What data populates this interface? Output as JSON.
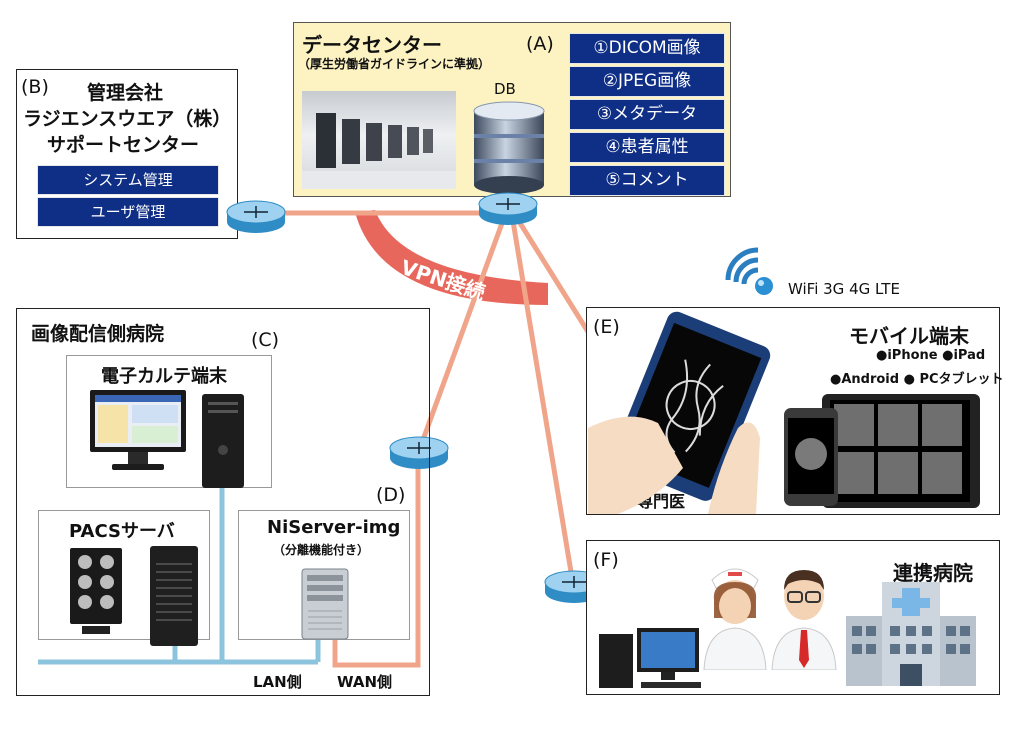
{
  "datacenter": {
    "title": "データセンター",
    "subtitle": "（厚生労働省ガイドラインに準拠）",
    "label": "(A)",
    "db_label": "DB",
    "items": [
      "①DICOM画像",
      "②JPEG画像",
      "③メタデータ",
      "④患者属性",
      "⑤コメント"
    ]
  },
  "support": {
    "label": "(B)",
    "title_lines": [
      "管理会社",
      "ラジエンスウエア（株）",
      "サポートセンター"
    ],
    "items": [
      "システム管理",
      "ユーザ管理"
    ]
  },
  "vpn": {
    "label": "VPN接続"
  },
  "hospital": {
    "title": "画像配信側病院",
    "label": "(C)",
    "emr": "電子カルテ端末",
    "pacs": "PACSサーバ",
    "niserver_label": "(D)",
    "niserver_title": "NiServer-img",
    "niserver_sub": "（分離機能付き）",
    "lan": "LAN側",
    "wan": "WAN側"
  },
  "wifi": {
    "label": "WiFi 3G 4G LTE"
  },
  "mobile": {
    "label": "(E)",
    "title": "モバイル端末",
    "device_line1": "●iPhone ●iPad",
    "device_line2": "●Android ● PCタブレット",
    "specialist": "専門医"
  },
  "partner": {
    "label": "(F)",
    "title": "連携病院"
  },
  "colors": {
    "navy": "#0f2f86",
    "wan_line": "#f0a58a",
    "lan_line": "#8cc4dd",
    "vpn": "#e8675c",
    "datacenter_bg": "#fdf3c2"
  }
}
